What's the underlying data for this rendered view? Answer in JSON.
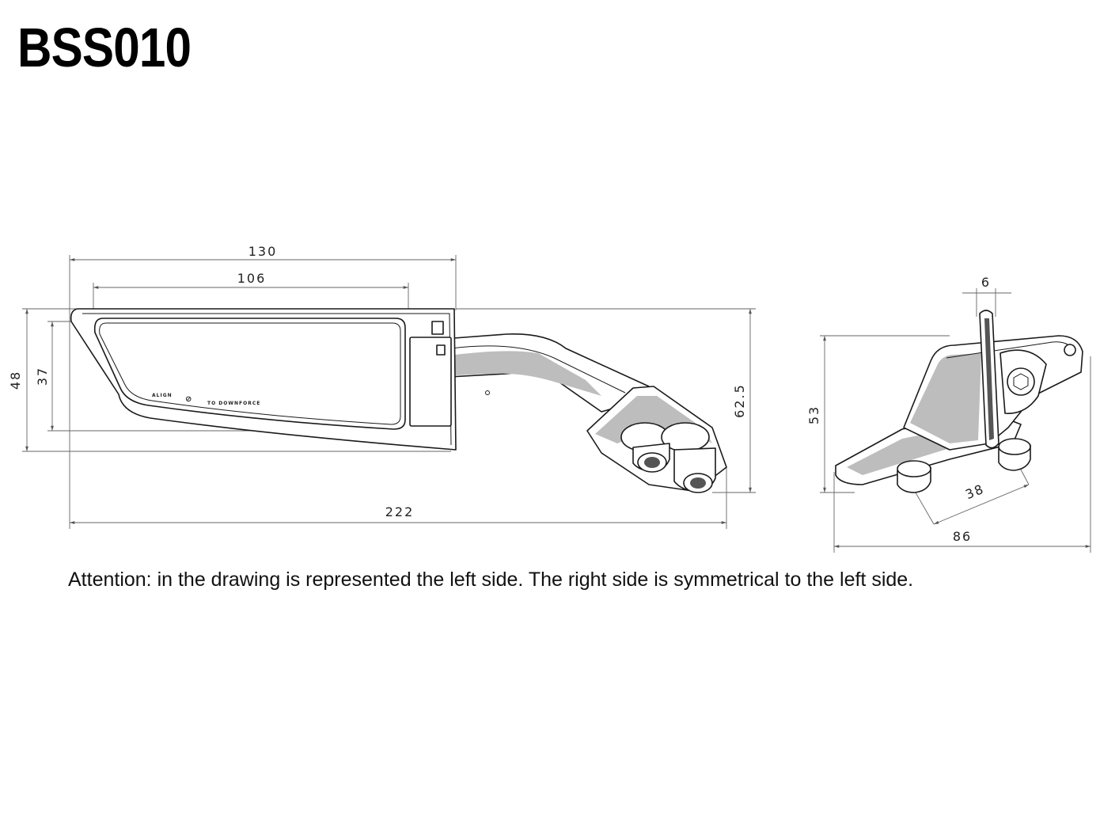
{
  "title": "BSS010",
  "note": "Attention: in the drawing is represented the left side. The right side is symmetrical to the left side.",
  "side_view": {
    "dimensions": {
      "overall_length": "222",
      "head_length": "130",
      "glass_length": "106",
      "head_height": "48",
      "glass_height": "37",
      "overall_height": "62.5"
    },
    "glass_text": {
      "left": "ALIGN",
      "symbol": "⊘",
      "right": "TO DOWNFORCE"
    }
  },
  "front_view": {
    "dimensions": {
      "thickness": "6",
      "height": "53",
      "mount_spacing": "38",
      "width": "86"
    }
  }
}
